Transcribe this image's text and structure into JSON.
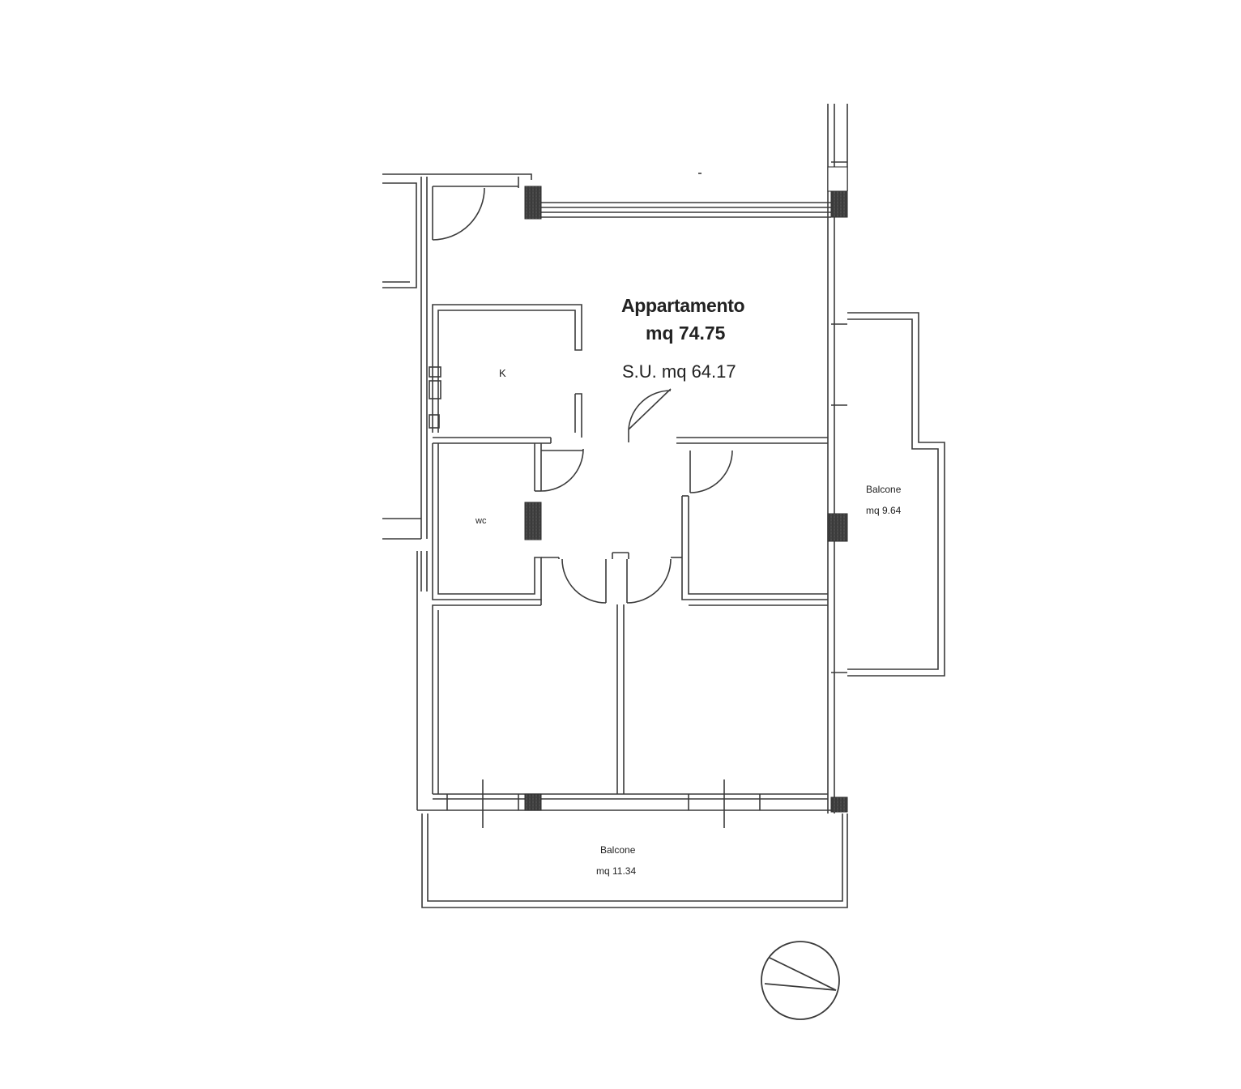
{
  "plan": {
    "apartment_title": "Appartamento",
    "apartment_area": "mq 74.75",
    "usable_area": "S.U. mq 64.17",
    "kitchen_label": "K",
    "wc_label": "wc",
    "balcony_right_name": "Balcone",
    "balcony_right_area": "mq 9.64",
    "balcony_bottom_name": "Balcone",
    "balcony_bottom_area": "mq 11.34"
  },
  "colors": {
    "wall_line": "#3a3a3a",
    "column_fill": "#5a5a5a",
    "background": "#ffffff"
  },
  "icons": {
    "compass": "north-arrow-icon"
  }
}
